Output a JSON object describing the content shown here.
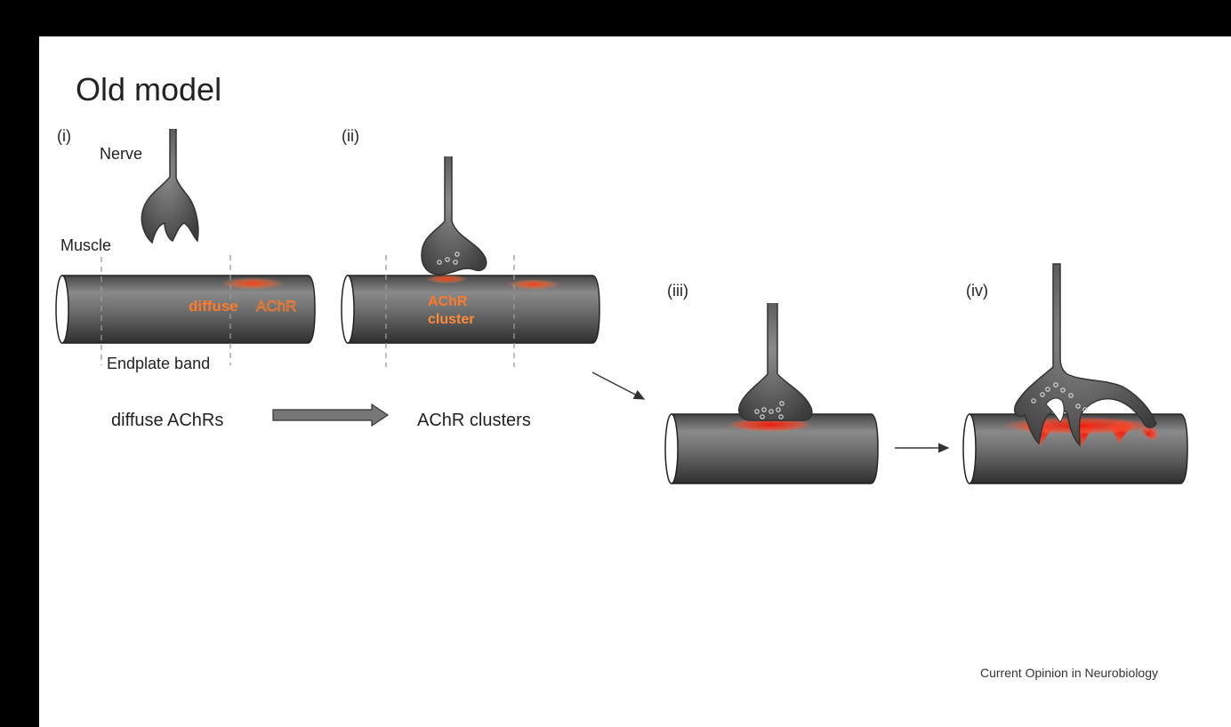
{
  "title": "Old model",
  "panels": {
    "i": "(i)",
    "ii": "(ii)",
    "iii": "(iii)",
    "iv": "(iv)"
  },
  "labels": {
    "nerve": "Nerve",
    "muscle": "Muscle",
    "endplate_band": "Endplate band",
    "diffuse_word": "diffuse",
    "achr_word": "AChR",
    "achr_cluster_line1": "AChR",
    "achr_cluster_line2": "cluster",
    "diffuse_achrs": "diffuse AChRs",
    "achr_clusters": "AChR clusters"
  },
  "credit": "Current Opinion in Neurobiology",
  "colors": {
    "slide_bg": "#ffffff",
    "frame": "#000000",
    "achr_orange": "#ff7a2a",
    "achr_red": "#ee2a1a",
    "tissue_gray": "#5c5c5c"
  }
}
